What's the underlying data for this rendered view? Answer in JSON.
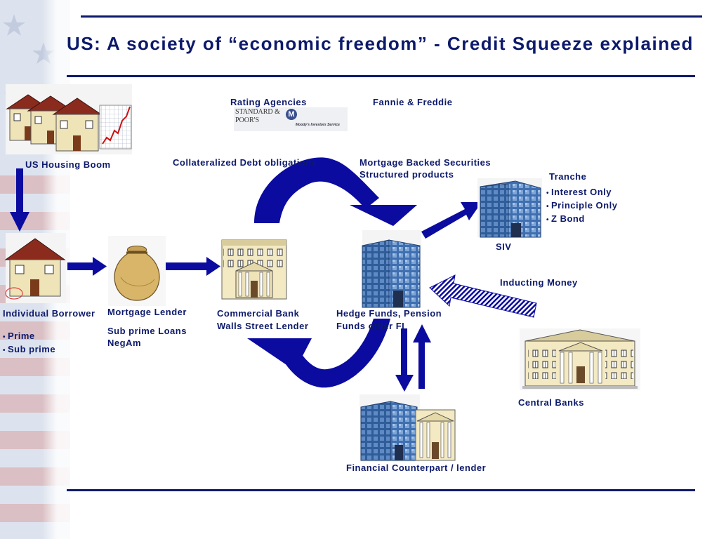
{
  "title": "US: A society of “economic freedom” - Credit Squeeze explained",
  "labels": {
    "housing_boom": "US Housing Boom",
    "rating_agencies": "Rating Agencies",
    "fannie_freddie": "Fannie & Freddie",
    "cdo": "Collateralized Debt obligations",
    "mbs_line1": "Mortgage Backed Securities",
    "mbs_line2": "Structured products",
    "tranche": "Tranche",
    "tranche_items": [
      "Interest Only",
      "Principle Only",
      "Z Bond"
    ],
    "siv": "SIV",
    "inducting_money": "Inducting Money",
    "individual_borrower": "Individual Borrower",
    "borrower_items": [
      "Prime",
      "Sub prime"
    ],
    "mortgage_lender": "Mortgage Lender",
    "lender_line2": "Sub prime Loans",
    "lender_line3": "NegAm",
    "commercial_bank_line1": "Commercial Bank",
    "commercial_bank_line2": "Walls Street Lender",
    "hedge_funds_line1": "Hedge Funds, Pension",
    "hedge_funds_line2": "Funds other FI",
    "central_banks": "Central Banks",
    "counterpart": "Financial Counterpart / lender"
  },
  "logos": {
    "sp": "STANDARD & POOR'S",
    "moodys_letter": "M",
    "moodys": "Moody's Investors Service"
  },
  "colors": {
    "navy": "#0d1a6b",
    "arrow_blue": "#0b0ba0",
    "glass_blue": "#3f6fb0",
    "roof_red": "#8b2b1e",
    "stone": "#efe3b8"
  },
  "icons": [
    "houses-icon",
    "rising-chart-icon",
    "house-icon",
    "money-bag-icon",
    "bank-building-icon",
    "glass-tower-icon",
    "central-bank-icon"
  ]
}
